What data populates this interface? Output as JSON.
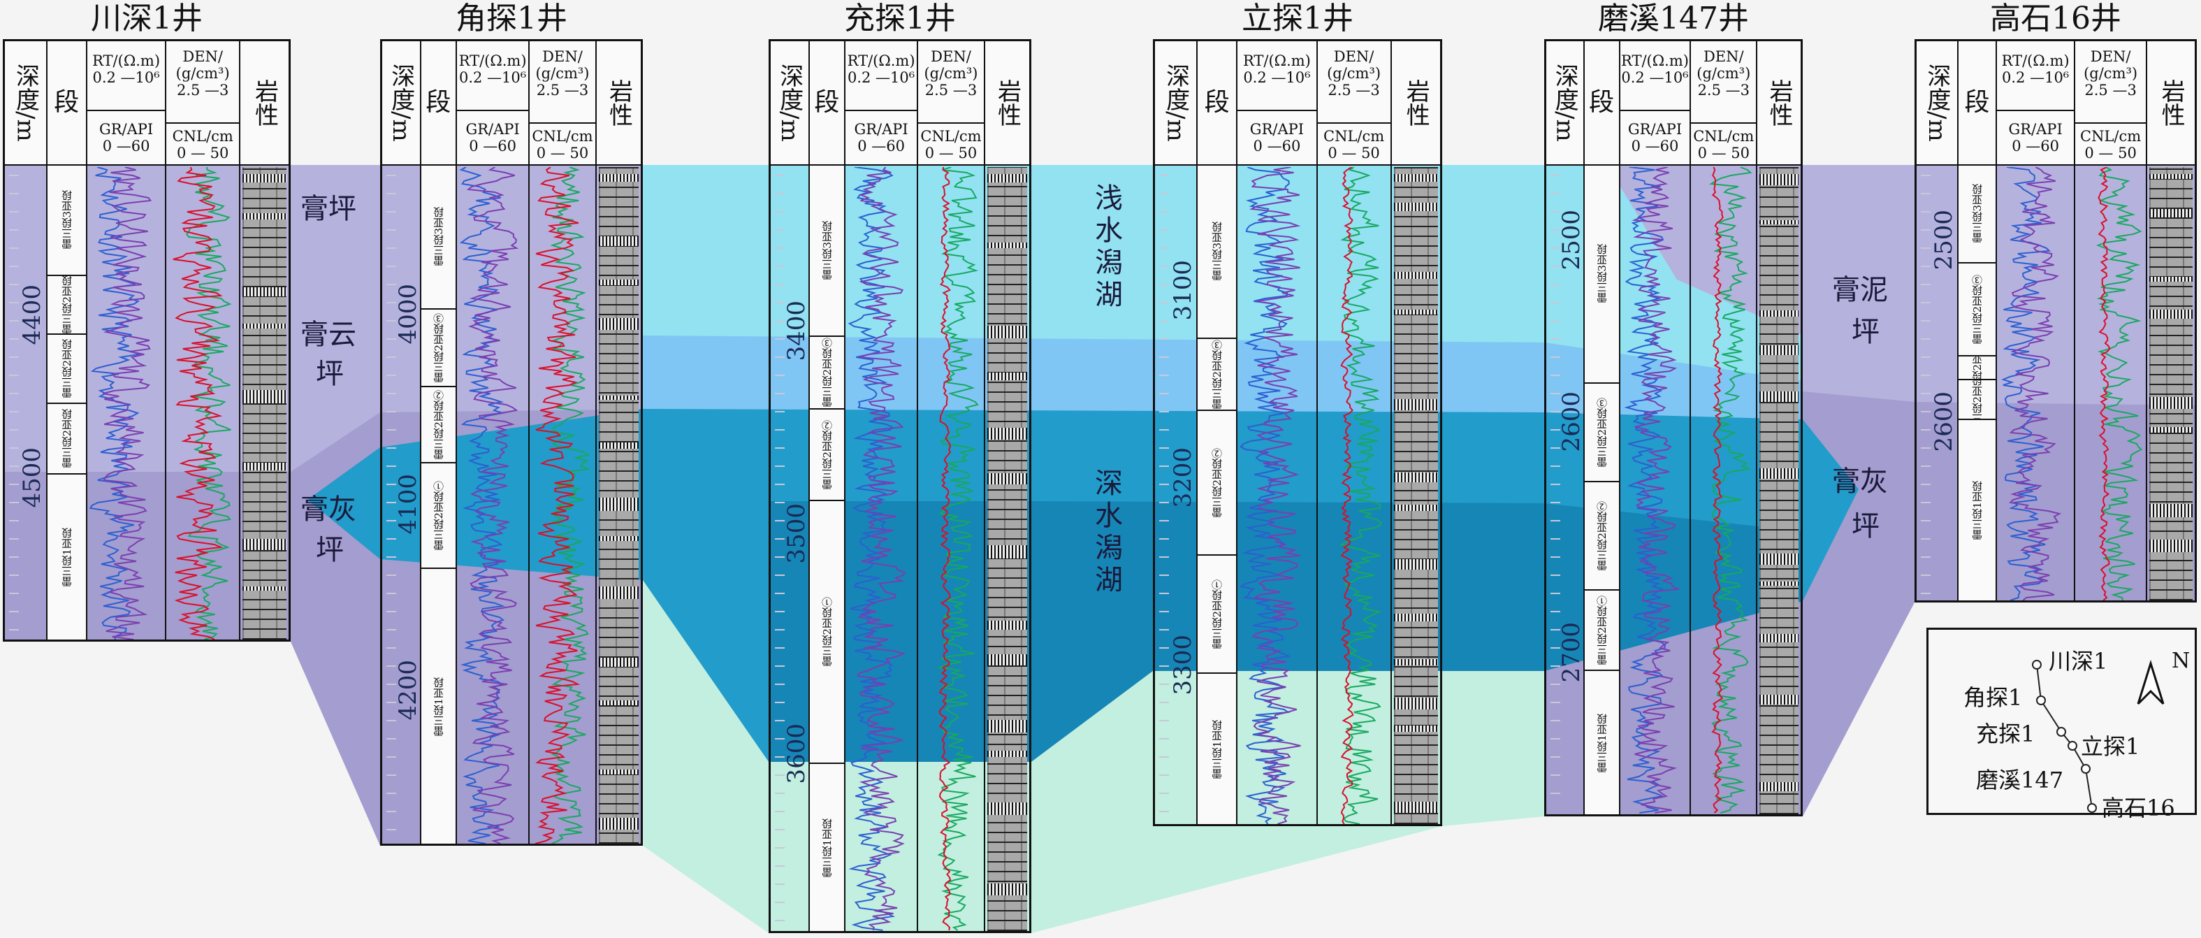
{
  "header_labels": {
    "depth": "深度/m",
    "segment": "段",
    "rt": "RT/(Ω.m)",
    "rt_range": "0.2 —10⁶",
    "gr": "GR/API",
    "gr_range": "0 —60",
    "den": "DEN/",
    "den_unit": "(g/cm³)",
    "den_range": "2.5 —3",
    "cnl": "CNL/cm",
    "cnl_range": "0 — 50",
    "lithology": "岩性"
  },
  "wells": [
    {
      "name": "川深1井",
      "depth_labels": [
        "4400",
        "4500"
      ],
      "segments": [
        "雷三段3亚段",
        "雷三段2亚段",
        "雷三段2亚段",
        "雷三段2亚段",
        "雷三段1亚段"
      ]
    },
    {
      "name": "角探1井",
      "depth_labels": [
        "4000",
        "4100",
        "4200"
      ],
      "segments": [
        "雷三段3亚段",
        "雷三段2亚段③",
        "雷三段2亚段②",
        "雷三段2亚段①",
        "雷三段1亚段"
      ]
    },
    {
      "name": "充探1井",
      "depth_labels": [
        "3400",
        "3500",
        "3600"
      ],
      "segments": [
        "雷三段3亚段",
        "雷三段2亚段③",
        "雷三段2亚段②",
        "雷三段2亚段①",
        "雷三段1亚段"
      ]
    },
    {
      "name": "立探1井",
      "depth_labels": [
        "3100",
        "3200",
        "3300"
      ],
      "segments": [
        "雷三段3亚段",
        "雷三段2亚段③",
        "雷三段2亚段②",
        "雷三段2亚段①",
        "雷三段1亚段"
      ]
    },
    {
      "name": "磨溪147井",
      "depth_labels": [
        "2500",
        "2600",
        "2700"
      ],
      "segments": [
        "雷三段3亚段",
        "雷三段2亚段③",
        "雷三段2亚段②",
        "雷三段2亚段①",
        "雷三段1亚段"
      ]
    },
    {
      "name": "高石16井",
      "depth_labels": [
        "2500",
        "2600"
      ],
      "segments": [
        "雷三段3亚段",
        "雷三段2亚段③",
        "雷三段2亚段②",
        "雷三段2亚段①",
        "雷三段1亚段"
      ]
    }
  ],
  "facies_labels": {
    "gaoping": "膏坪",
    "gaoyunping_1": "膏云",
    "gaoyunping_2": "坪",
    "gaohuiping_left_1": "膏灰",
    "gaohuiping_left_2": "坪",
    "shallow_lagoon": "浅水潟湖",
    "deep_lagoon": "深水潟湖",
    "gaoniping_1": "膏泥",
    "gaoniping_2": "坪",
    "gaohuiping_right_1": "膏灰",
    "gaohuiping_right_2": "坪"
  },
  "location_map": {
    "north": "N",
    "wells": [
      "川深1",
      "角探1",
      "充探1",
      "立探1",
      "磨溪147",
      "高石16"
    ]
  },
  "colors": {
    "lavender_light": "#b6b2de",
    "lavender_dark": "#a49dcf",
    "cyan_light": "#92e2f2",
    "blue_medium": "#80c6f4",
    "blue_deep": "#229cca",
    "blue_deeper": "#1686b6",
    "mint": "#c2efdf",
    "rt": "#2c5fd0",
    "gr": "#7a3fb0",
    "den": "#d8102a",
    "cnl": "#18a860"
  }
}
